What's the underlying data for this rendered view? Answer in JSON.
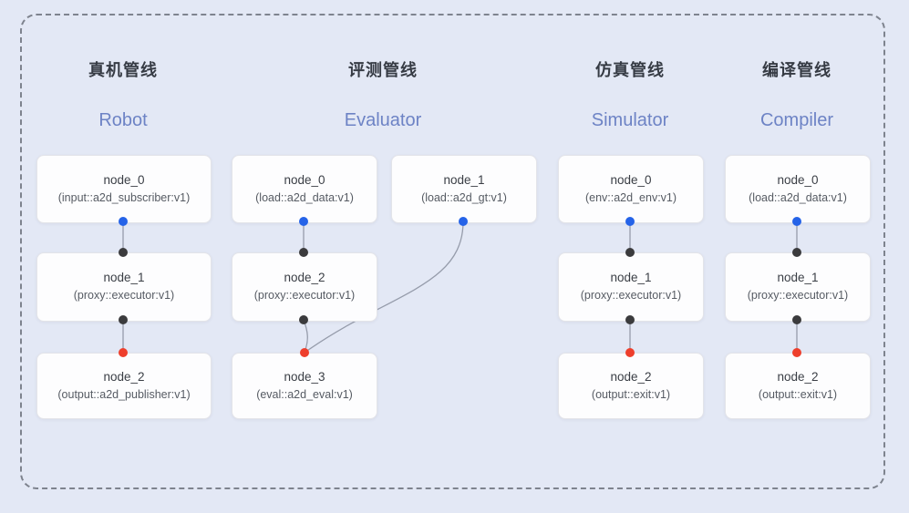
{
  "colors": {
    "background": "#e3e8f5",
    "frame_dash": "#7e838e",
    "node_fill": "#fdfdfe",
    "node_border": "#e3e4e9",
    "edge_line": "#969cab",
    "port_blue": "#2563e8",
    "port_black": "#3b3b3d",
    "port_red": "#ee3f2c",
    "cn_title_color": "#363b44",
    "en_title_color": "#6d83c5",
    "node_title_color": "#3a3e45",
    "node_type_color": "#565b63"
  },
  "pipelines": [
    {
      "id": "robot",
      "cn_title": "真机管线",
      "en_title": "Robot",
      "nodes": [
        {
          "name": "node_0",
          "type": "(input::a2d_subscriber:v1)"
        },
        {
          "name": "node_1",
          "type": "(proxy::executor:v1)"
        },
        {
          "name": "node_2",
          "type": "(output::a2d_publisher:v1)"
        }
      ],
      "edges": [
        {
          "from": "node_0",
          "to": "node_1",
          "from_port": "blue",
          "to_port": "black"
        },
        {
          "from": "node_1",
          "to": "node_2",
          "from_port": "black",
          "to_port": "red"
        }
      ]
    },
    {
      "id": "evaluator",
      "cn_title": "评测管线",
      "en_title": "Evaluator",
      "nodes": [
        {
          "name": "node_0",
          "type": "(load::a2d_data:v1)"
        },
        {
          "name": "node_1",
          "type": "(load::a2d_gt:v1)"
        },
        {
          "name": "node_2",
          "type": "(proxy::executor:v1)"
        },
        {
          "name": "node_3",
          "type": "(eval::a2d_eval:v1)"
        }
      ],
      "edges": [
        {
          "from": "node_0",
          "to": "node_2",
          "from_port": "blue",
          "to_port": "black"
        },
        {
          "from": "node_2",
          "to": "node_3",
          "from_port": "black",
          "to_port": "red"
        },
        {
          "from": "node_1",
          "to": "node_3",
          "from_port": "blue",
          "to_port": "red"
        }
      ]
    },
    {
      "id": "simulator",
      "cn_title": "仿真管线",
      "en_title": "Simulator",
      "nodes": [
        {
          "name": "node_0",
          "type": "(env::a2d_env:v1)"
        },
        {
          "name": "node_1",
          "type": "(proxy::executor:v1)"
        },
        {
          "name": "node_2",
          "type": "(output::exit:v1)"
        }
      ],
      "edges": [
        {
          "from": "node_0",
          "to": "node_1",
          "from_port": "blue",
          "to_port": "black"
        },
        {
          "from": "node_1",
          "to": "node_2",
          "from_port": "black",
          "to_port": "red"
        }
      ]
    },
    {
      "id": "compiler",
      "cn_title": "编译管线",
      "en_title": "Compiler",
      "nodes": [
        {
          "name": "node_0",
          "type": "(load::a2d_data:v1)"
        },
        {
          "name": "node_1",
          "type": "(proxy::executor:v1)"
        },
        {
          "name": "node_2",
          "type": "(output::exit:v1)"
        }
      ],
      "edges": [
        {
          "from": "node_0",
          "to": "node_1",
          "from_port": "blue",
          "to_port": "black"
        },
        {
          "from": "node_1",
          "to": "node_2",
          "from_port": "black",
          "to_port": "red"
        }
      ]
    }
  ]
}
